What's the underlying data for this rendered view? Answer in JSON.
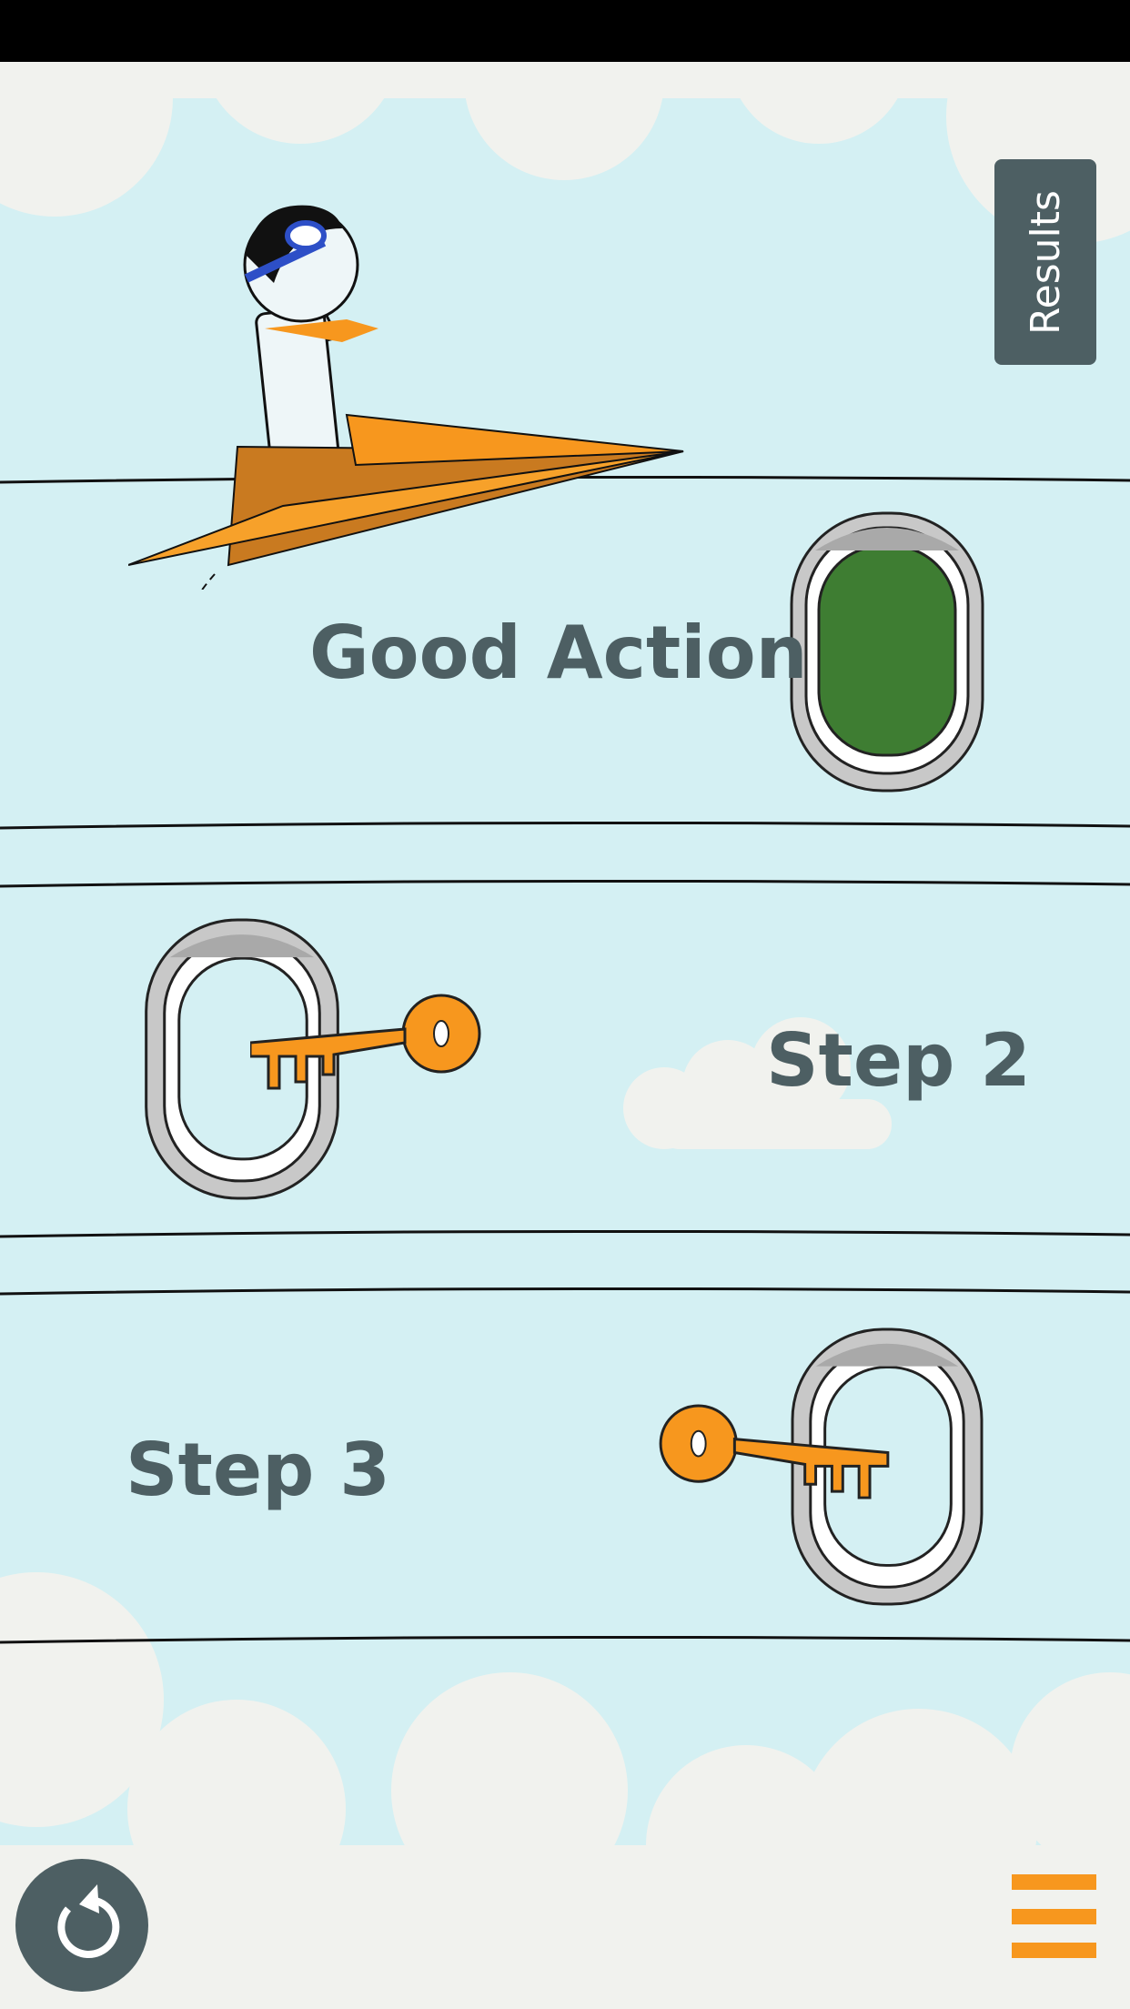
{
  "results_button": {
    "label": "Results"
  },
  "steps": [
    {
      "label": "Good Action",
      "state": "opened"
    },
    {
      "label": "Step 2",
      "state": "locked"
    },
    {
      "label": "Step 3",
      "state": "locked"
    }
  ],
  "icons": {
    "refresh": "refresh-icon",
    "menu": "hamburger-menu-icon",
    "key": "key-icon",
    "window": "airplane-window-icon"
  },
  "colors": {
    "sky": "#d4f0f3",
    "cloud": "#f1f2ee",
    "text": "#4d5f63",
    "accent": "#f7971e",
    "window_open": "#3e7d32"
  }
}
